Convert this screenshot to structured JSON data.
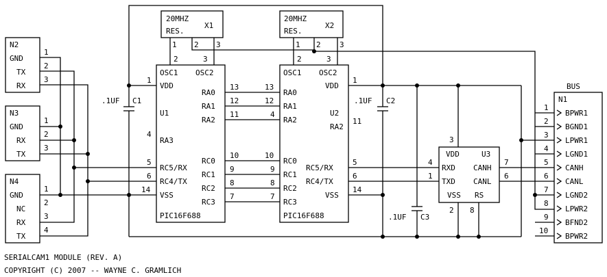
{
  "crystals": [
    {
      "freq": "20MHZ",
      "label": "RES.",
      "ref": "X1",
      "pins": [
        "1",
        "2",
        "3"
      ]
    },
    {
      "freq": "20MHZ",
      "label": "RES.",
      "ref": "X2",
      "pins": [
        "1",
        "2",
        "3"
      ]
    }
  ],
  "u1": {
    "ref": "U1",
    "part": "PIC16F688",
    "left_pins": [
      {
        "num": "1",
        "name": "VDD"
      },
      {
        "num": "4",
        "name": "RA3"
      },
      {
        "num": "5",
        "name": "RC5/RX"
      },
      {
        "num": "6",
        "name": "RC4/TX"
      },
      {
        "num": "14",
        "name": "VSS"
      }
    ],
    "top_pins": [
      {
        "num": "2",
        "name": "OSC1"
      },
      {
        "num": "3",
        "name": "OSC2"
      }
    ],
    "right_pins": [
      {
        "num": "13",
        "name": "RA0"
      },
      {
        "num": "12",
        "name": "RA1"
      },
      {
        "num": "11",
        "name": "RA2"
      },
      {
        "num": "10",
        "name": "RC0"
      },
      {
        "num": "9",
        "name": "RC1"
      },
      {
        "num": "8",
        "name": "RC2"
      },
      {
        "num": "7",
        "name": "RC3"
      }
    ]
  },
  "u2": {
    "ref": "U2",
    "part": "PIC16F688",
    "left_pins": [
      {
        "num": "13",
        "name": "RA0"
      },
      {
        "num": "12",
        "name": "RA1"
      },
      {
        "num": "4",
        "name": "RA2"
      },
      {
        "num": "10",
        "name": "RC0"
      },
      {
        "num": "9",
        "name": "RC1"
      },
      {
        "num": "8",
        "name": "RC2"
      },
      {
        "num": "7",
        "name": "RC3"
      }
    ],
    "top_pins": [
      {
        "num": "2",
        "name": "OSC1"
      },
      {
        "num": "3",
        "name": "OSC2"
      }
    ],
    "right_pins": [
      {
        "num": "1",
        "name": "VDD"
      },
      {
        "num": "11",
        "name": "RA2"
      },
      {
        "num": "5",
        "name": "RC5/RX"
      },
      {
        "num": "6",
        "name": "RC4/TX"
      },
      {
        "num": "14",
        "name": "VSS"
      }
    ]
  },
  "u3": {
    "ref": "U3",
    "top_pin": {
      "num": "3",
      "name": "VDD"
    },
    "left_pins": [
      {
        "num": "4",
        "name": "RXD"
      },
      {
        "num": "1",
        "name": "TXD"
      }
    ],
    "right_pins": [
      {
        "num": "7",
        "name": "CANH"
      },
      {
        "num": "6",
        "name": "CANL"
      }
    ],
    "bottom_pins": [
      {
        "num": "2",
        "name": "VSS"
      },
      {
        "num": "8",
        "name": "RS"
      }
    ]
  },
  "capacitors": [
    {
      "value": ".1UF",
      "ref": "C1"
    },
    {
      "value": ".1UF",
      "ref": "C2"
    },
    {
      "value": ".1UF",
      "ref": "C3"
    }
  ],
  "connectors": {
    "n2": {
      "ref": "N2",
      "pins": [
        {
          "num": "1",
          "name": "GND"
        },
        {
          "num": "2",
          "name": "TX"
        },
        {
          "num": "3",
          "name": "RX"
        }
      ]
    },
    "n3": {
      "ref": "N3",
      "pins": [
        {
          "num": "1",
          "name": "GND"
        },
        {
          "num": "2",
          "name": "RX"
        },
        {
          "num": "3",
          "name": "TX"
        }
      ]
    },
    "n4": {
      "ref": "N4",
      "pins": [
        {
          "num": "1",
          "name": "GND"
        },
        {
          "num": "2",
          "name": "NC"
        },
        {
          "num": "3",
          "name": "RX"
        },
        {
          "num": "4",
          "name": "TX"
        }
      ]
    },
    "n1": {
      "title": "BUS",
      "ref": "N1",
      "pins": [
        {
          "num": "1",
          "name": "BPWR1"
        },
        {
          "num": "2",
          "name": "BGND1"
        },
        {
          "num": "3",
          "name": "LPWR1"
        },
        {
          "num": "4",
          "name": "LGND1"
        },
        {
          "num": "5",
          "name": "CANH"
        },
        {
          "num": "6",
          "name": "CANL"
        },
        {
          "num": "7",
          "name": "LGND2"
        },
        {
          "num": "8",
          "name": "LPWR2"
        },
        {
          "num": "9",
          "name": "BFND2"
        },
        {
          "num": "10",
          "name": "BPWR2"
        }
      ]
    }
  },
  "footer": {
    "line1": "SERIALCAM1 MODULE (REV. A)",
    "line2": "COPYRIGHT (C) 2007 -- WAYNE C. GRAMLICH"
  },
  "colors": {
    "ink": "#000000",
    "paper": "#ffffff"
  }
}
